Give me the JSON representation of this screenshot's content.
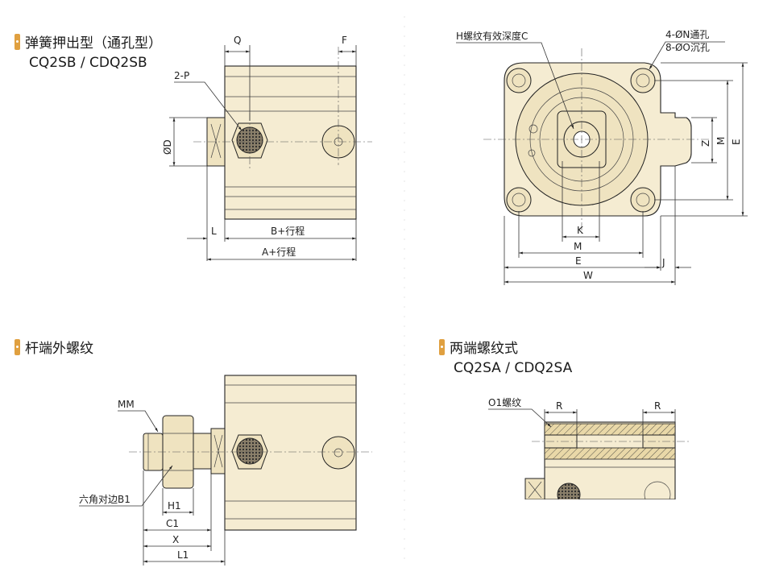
{
  "sections": {
    "spring_return": {
      "title": "弹簧押出型（通孔型）",
      "models": "CQ2SB / CDQ2SB"
    },
    "rod_thread": {
      "title": "杆端外螺纹"
    },
    "both_thread": {
      "title": "两端螺纹式",
      "models": "CQ2SA / CDQ2SA"
    }
  },
  "labels": {
    "side": {
      "q": "Q",
      "f": "F",
      "p": "2-P",
      "d": "ØD",
      "l": "L",
      "b": "B+行程",
      "a": "A+行程"
    },
    "front": {
      "h": "H螺纹有效深度C",
      "n": "4-ØN通孔",
      "o": "8-ØO沉孔",
      "z": "Z",
      "m_v": "M",
      "e_v": "E",
      "k": "K",
      "m": "M",
      "e": "E",
      "j": "J",
      "w": "W"
    },
    "rod": {
      "mm": "MM",
      "b1": "六角对边B1",
      "h1": "H1",
      "c1": "C1",
      "x": "X",
      "l1": "L1"
    },
    "both": {
      "o1": "O1螺纹",
      "r_left": "R",
      "r_right": "R"
    }
  }
}
